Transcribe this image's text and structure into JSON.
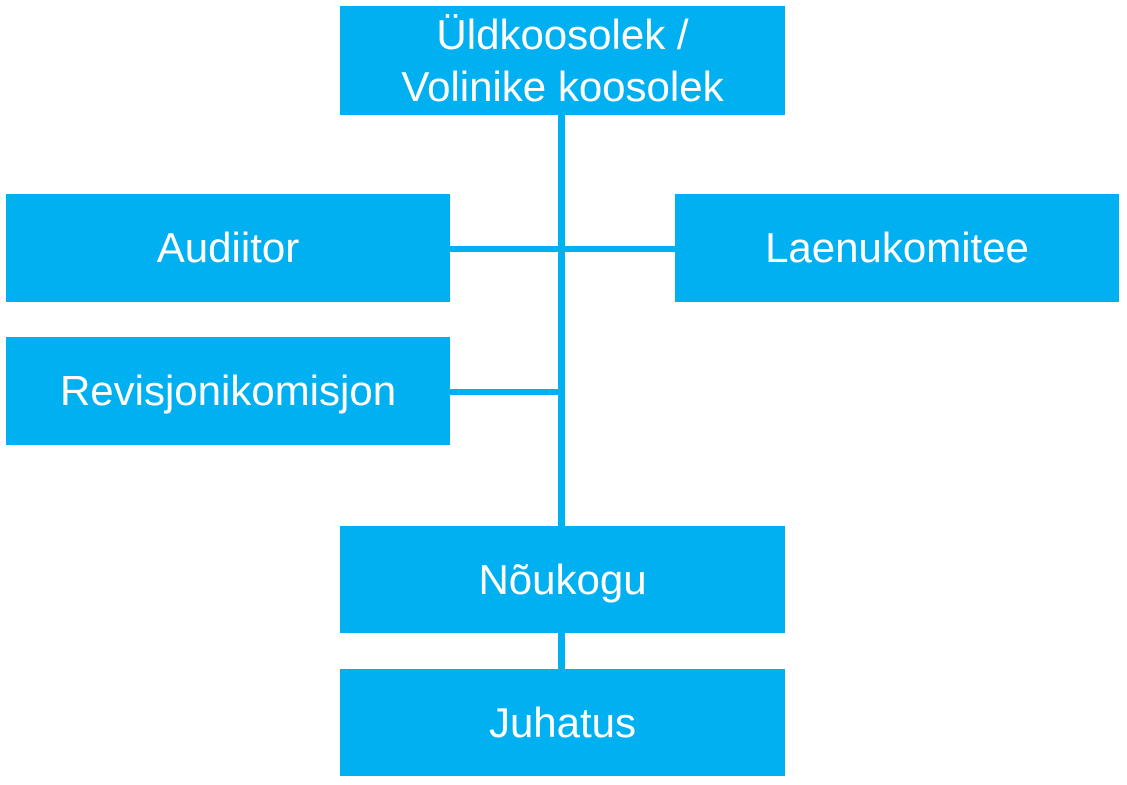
{
  "colors": {
    "node_fill": "#00b0f0",
    "node_text": "#ffffff",
    "connector": "#00b0f0",
    "background": "#ffffff"
  },
  "nodes": {
    "general_meeting": {
      "line1": "Üldkoosolek /",
      "line2": "Volinike koosolek"
    },
    "auditor": {
      "label": "Audiitor"
    },
    "loan_committee": {
      "label": "Laenukomitee"
    },
    "audit_commission": {
      "label": "Revisjonikomisjon"
    },
    "supervisory_board": {
      "label": "Nõukogu"
    },
    "management_board": {
      "label": "Juhatus"
    }
  }
}
